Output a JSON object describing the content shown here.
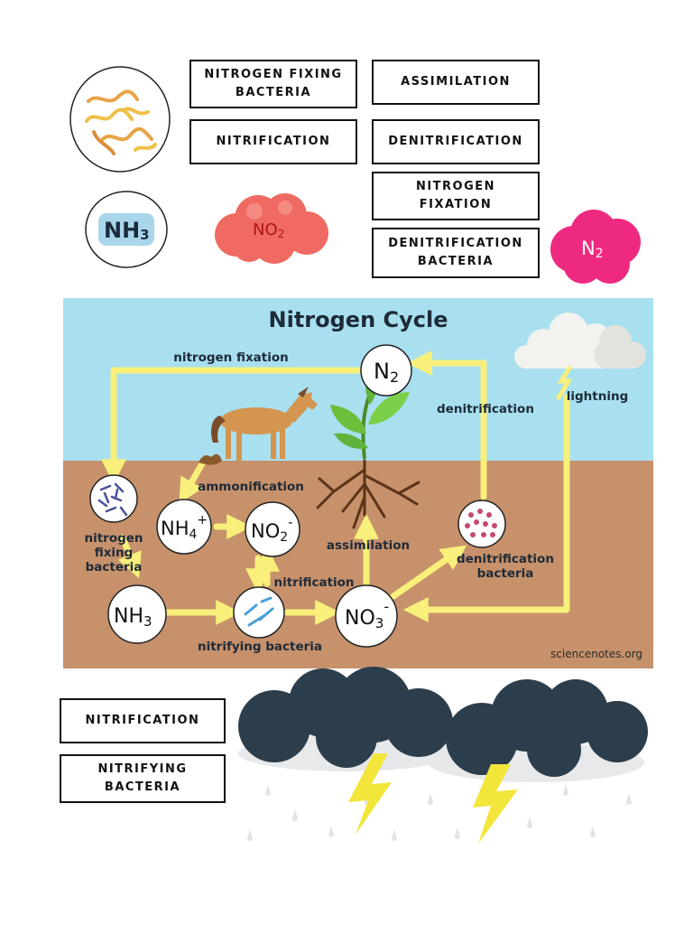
{
  "cards": {
    "nitrogen_fixing_bacteria": "NITROGEN FIXING\nBACTERIA",
    "assimilation": "ASSIMILATION",
    "nitrification_top": "NITRIFICATION",
    "denitrification": "DENITRIFICATION",
    "nitrogen_fixation": "NITROGEN\nFIXATION",
    "denitrification_bacteria": "DENITRIFICATION\nBACTERIA",
    "nitrification_bottom": "NITRIFICATION",
    "nitrifying_bacteria": "NITRIFYING\nBACTERIA"
  },
  "icons": {
    "nh3": {
      "base": "NH",
      "sub": "3"
    },
    "no2": {
      "base": "NO",
      "sub": "2"
    },
    "n2": {
      "base": "N",
      "sub": "2"
    }
  },
  "diagram": {
    "title": "Nitrogen Cycle",
    "nodes": {
      "n2": {
        "base": "N",
        "sub": "2"
      },
      "nh4": {
        "base": "NH",
        "sub": "4",
        "sup": "+"
      },
      "no2": {
        "base": "NO",
        "sub": "2",
        "sup": "-"
      },
      "nh3": {
        "base": "NH",
        "sub": "3"
      },
      "no3": {
        "base": "NO",
        "sub": "3",
        "sup": "-"
      }
    },
    "labels": {
      "nitrogen_fixation": "nitrogen fixation",
      "denitrification": "denitrification",
      "lightning": "lightning",
      "ammonification": "ammonification",
      "nitrogen_fixing_bacteria_1": "nitrogen",
      "nitrogen_fixing_bacteria_2": "fixing",
      "nitrogen_fixing_bacteria_3": "bacteria",
      "assimilation": "assimilation",
      "nitrification": "nitrification",
      "denitrification_bacteria_1": "denitrification",
      "denitrification_bacteria_2": "bacteria",
      "nitrifying_bacteria": "nitrifying bacteria",
      "credit": "sciencenotes.org"
    },
    "colors": {
      "sky": "#a8e0ef",
      "soil": "#c6916b",
      "arrow": "#f8f07a",
      "node_fill": "#ffffff"
    }
  },
  "colors": {
    "no2_cloud": "#ef6a62",
    "n2_cloud": "#ee2a80",
    "storm_cloud": "#2c3e4c",
    "bolt": "#f3e63b"
  }
}
